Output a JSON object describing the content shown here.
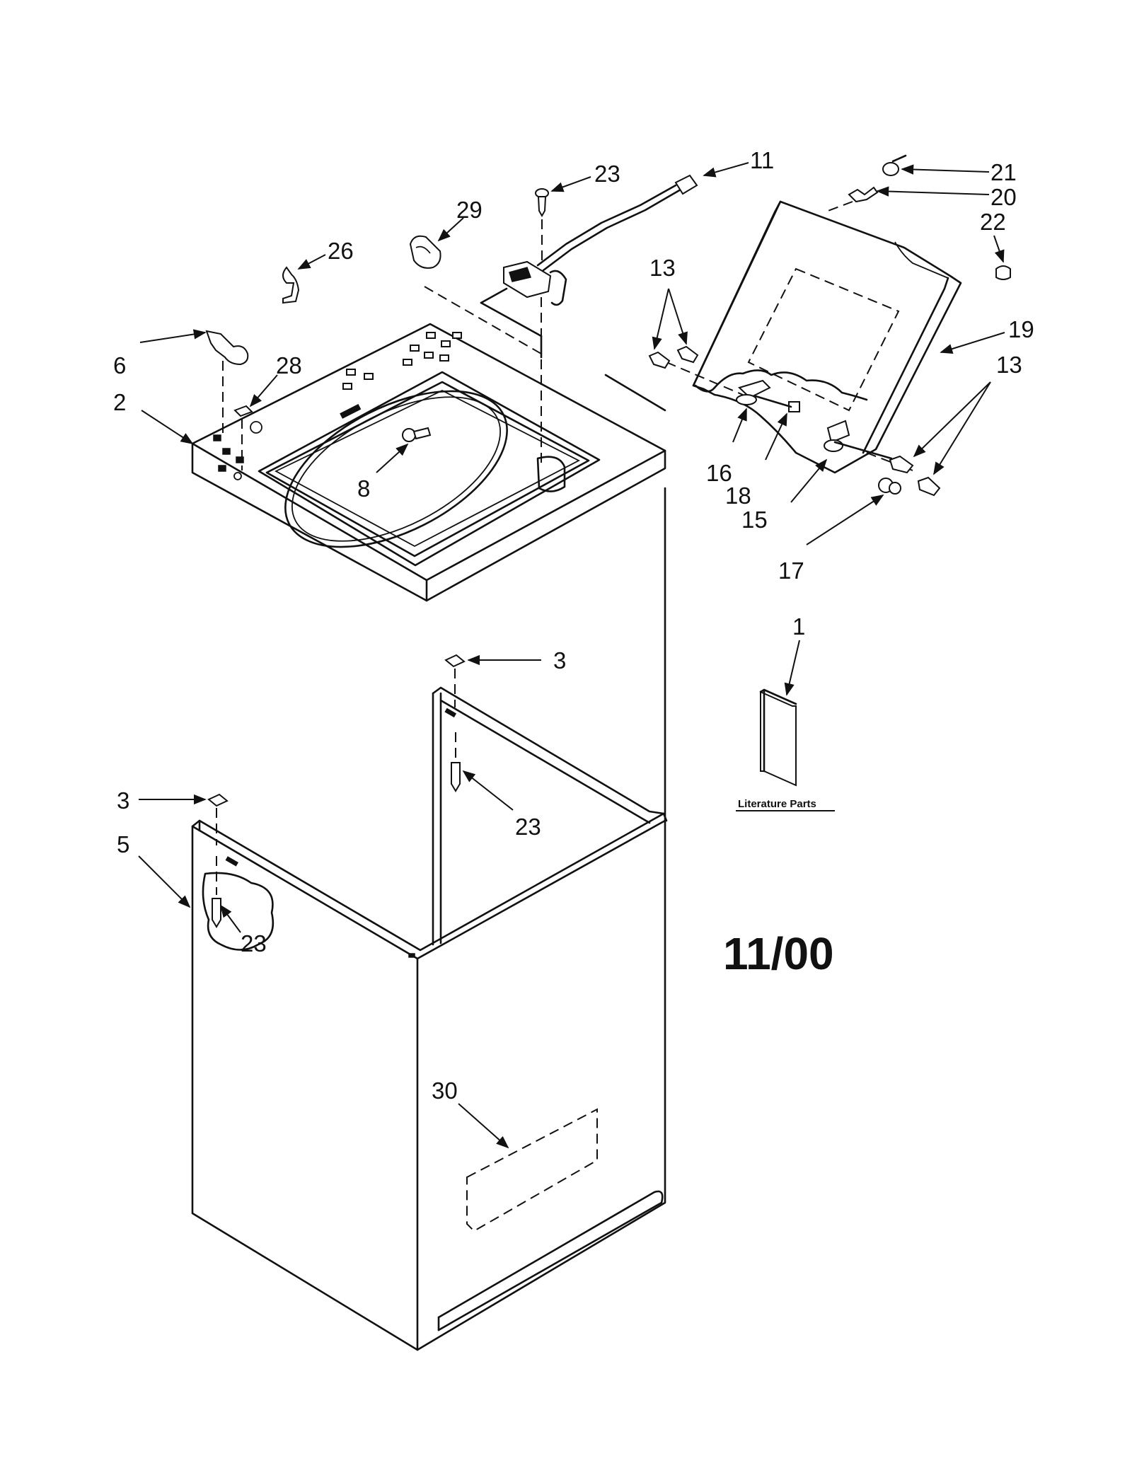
{
  "callouts": {
    "c11": "11",
    "c23_top": "23",
    "c29": "29",
    "c26": "26",
    "c6": "6",
    "c28": "28",
    "c2": "2",
    "c8": "8",
    "c13_top": "13",
    "c21": "21",
    "c20": "20",
    "c22": "22",
    "c19": "19",
    "c13_right": "13",
    "c16": "16",
    "c18": "18",
    "c15": "15",
    "c17": "17",
    "c1": "1",
    "c3_top": "3",
    "c3_left": "3",
    "c23_mid": "23",
    "c5": "5",
    "c23_low": "23",
    "c30": "30"
  },
  "literature_label": "Literature Parts",
  "date_code": "11/00"
}
